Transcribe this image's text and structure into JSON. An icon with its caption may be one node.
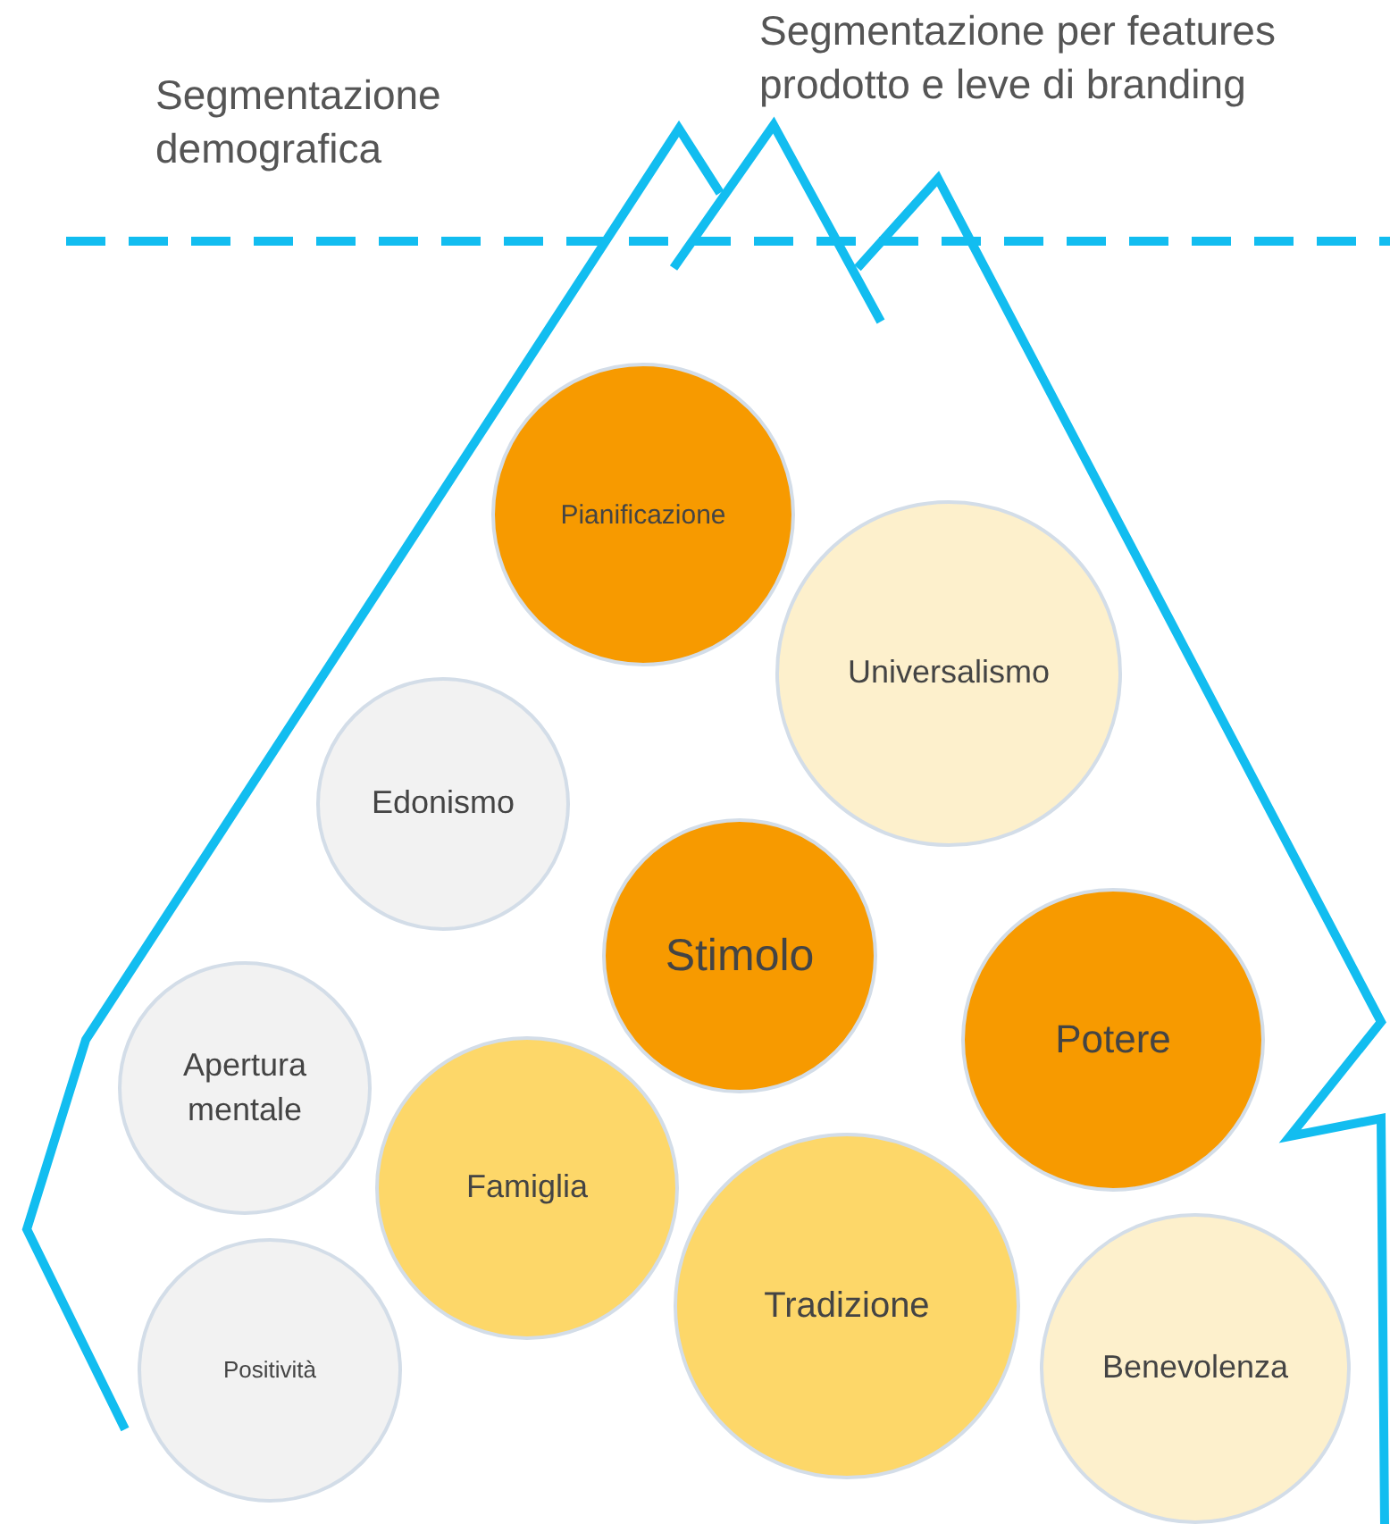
{
  "diagram": {
    "nodes": [
      {
        "text": [
          "Pianificazione"
        ]
      },
      {
        "text": [
          "Universalismo"
        ]
      },
      {
        "text": [
          "Edonismo"
        ]
      },
      {
        "text": [
          "Stimolo"
        ]
      },
      {
        "text": [
          "Potere"
        ]
      },
      {
        "text": [
          "Apertura mentale"
        ]
      },
      {
        "text": [
          "Famiglia"
        ]
      },
      {
        "text": [
          "Tradizione"
        ]
      },
      {
        "text": [
          "Positività"
        ]
      },
      {
        "text": [
          "Benevolenza"
        ]
      }
    ],
    "labels": [
      "Segmentazione demografica",
      "Segmentazione per features prodotto e leve di branding"
    ]
  }
}
